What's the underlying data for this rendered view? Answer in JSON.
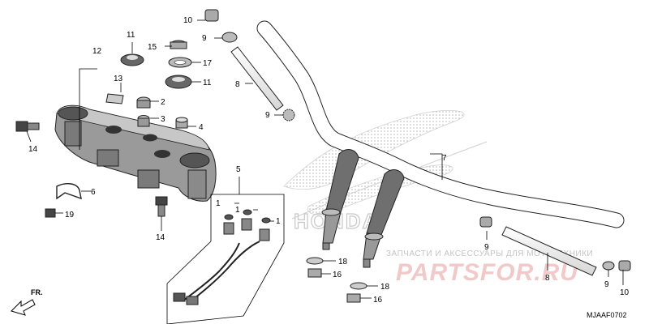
{
  "diagram_code": "MJAAF0702",
  "front_indicator": "FR.",
  "watermark": {
    "brand_logo": "HONDA",
    "shop_tagline": "ЗАПЧАСТИ И АКСЕССУАРЫ ДЛЯ МОТОТЕХНИКИ",
    "shop_logo": "PARTSFOR.RU"
  },
  "callouts": {
    "c1a": "1",
    "c1b": "1",
    "c1c": "1",
    "c2": "2",
    "c3": "3",
    "c4": "4",
    "c5": "5",
    "c6": "6",
    "c7": "7",
    "c8a": "8",
    "c8b": "8",
    "c9a": "9",
    "c9b": "9",
    "c9c": "9",
    "c9d": "9",
    "c10a": "10",
    "c10b": "10",
    "c11a": "11",
    "c11b": "11",
    "c12": "12",
    "c13": "13",
    "c14a": "14",
    "c14b": "14",
    "c15": "15",
    "c16a": "16",
    "c16b": "16",
    "c17": "17",
    "c18a": "18",
    "c18b": "18",
    "c19": "19"
  }
}
